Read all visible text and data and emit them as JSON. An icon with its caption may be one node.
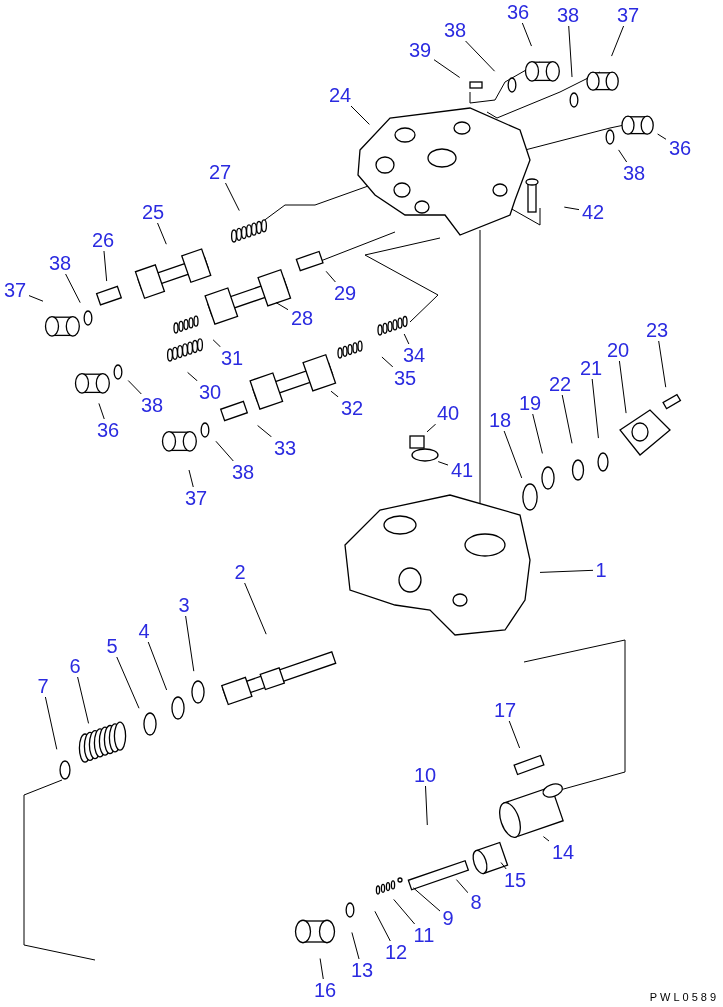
{
  "diagram": {
    "nodes": [
      {
        "text": [
          "36"
        ]
      },
      {
        "text": [
          "38"
        ]
      },
      {
        "text": [
          "38"
        ]
      },
      {
        "text": [
          "37"
        ]
      },
      {
        "text": [
          "39"
        ]
      },
      {
        "text": [
          "24"
        ]
      },
      {
        "text": [
          "27"
        ]
      },
      {
        "text": [
          "36"
        ]
      },
      {
        "text": [
          "38"
        ]
      },
      {
        "text": [
          "42"
        ]
      },
      {
        "text": [
          "25"
        ]
      },
      {
        "text": [
          "26"
        ]
      },
      {
        "text": [
          "38"
        ]
      },
      {
        "text": [
          "37"
        ]
      },
      {
        "text": [
          "29"
        ]
      },
      {
        "text": [
          "28"
        ]
      },
      {
        "text": [
          "31"
        ]
      },
      {
        "text": [
          "34"
        ]
      },
      {
        "text": [
          "23"
        ]
      },
      {
        "text": [
          "20"
        ]
      },
      {
        "text": [
          "35"
        ]
      },
      {
        "text": [
          "21"
        ]
      },
      {
        "text": [
          "30"
        ]
      },
      {
        "text": [
          "22"
        ]
      },
      {
        "text": [
          "19"
        ]
      },
      {
        "text": [
          "32"
        ]
      },
      {
        "text": [
          "38"
        ]
      },
      {
        "text": [
          "40"
        ]
      },
      {
        "text": [
          "18"
        ]
      },
      {
        "text": [
          "36"
        ]
      },
      {
        "text": [
          "33"
        ]
      },
      {
        "text": [
          "38"
        ]
      },
      {
        "text": [
          "41"
        ]
      },
      {
        "text": [
          "37"
        ]
      },
      {
        "text": [
          "1"
        ]
      },
      {
        "text": [
          "2"
        ]
      },
      {
        "text": [
          "3"
        ]
      },
      {
        "text": [
          "4"
        ]
      },
      {
        "text": [
          "5"
        ]
      },
      {
        "text": [
          "6"
        ]
      },
      {
        "text": [
          "7"
        ]
      },
      {
        "text": [
          "17"
        ]
      },
      {
        "text": [
          "10"
        ]
      },
      {
        "text": [
          "14"
        ]
      },
      {
        "text": [
          "15"
        ]
      },
      {
        "text": [
          "8"
        ]
      },
      {
        "text": [
          "9"
        ]
      },
      {
        "text": [
          "11"
        ]
      },
      {
        "text": [
          "12"
        ]
      },
      {
        "text": [
          "13"
        ]
      },
      {
        "text": [
          "16"
        ]
      }
    ],
    "edges": [
      {
        "from": 0,
        "to": null,
        "arrow": "none"
      },
      {
        "from": 1,
        "to": null,
        "arrow": "none"
      },
      {
        "from": 2,
        "to": null,
        "arrow": "none"
      },
      {
        "from": 3,
        "to": null,
        "arrow": "none"
      },
      {
        "from": 4,
        "to": null,
        "arrow": "none"
      },
      {
        "from": 5,
        "to": null,
        "arrow": "none"
      },
      {
        "from": 6,
        "to": null,
        "arrow": "none"
      },
      {
        "from": 7,
        "to": null,
        "arrow": "none"
      },
      {
        "from": 8,
        "to": null,
        "arrow": "none"
      },
      {
        "from": 9,
        "to": null,
        "arrow": "none"
      },
      {
        "from": 10,
        "to": null,
        "arrow": "none"
      },
      {
        "from": 11,
        "to": null,
        "arrow": "none"
      },
      {
        "from": 12,
        "to": null,
        "arrow": "none"
      },
      {
        "from": 13,
        "to": null,
        "arrow": "none"
      },
      {
        "from": 14,
        "to": null,
        "arrow": "none"
      },
      {
        "from": 15,
        "to": null,
        "arrow": "none"
      },
      {
        "from": 16,
        "to": null,
        "arrow": "none"
      },
      {
        "from": 17,
        "to": null,
        "arrow": "none"
      },
      {
        "from": 18,
        "to": null,
        "arrow": "none"
      },
      {
        "from": 19,
        "to": null,
        "arrow": "none"
      },
      {
        "from": 20,
        "to": null,
        "arrow": "none"
      },
      {
        "from": 21,
        "to": null,
        "arrow": "none"
      },
      {
        "from": 22,
        "to": null,
        "arrow": "none"
      },
      {
        "from": 23,
        "to": null,
        "arrow": "none"
      },
      {
        "from": 24,
        "to": null,
        "arrow": "none"
      },
      {
        "from": 25,
        "to": null,
        "arrow": "none"
      },
      {
        "from": 26,
        "to": null,
        "arrow": "none"
      },
      {
        "from": 27,
        "to": null,
        "arrow": "none"
      },
      {
        "from": 28,
        "to": null,
        "arrow": "none"
      },
      {
        "from": 29,
        "to": null,
        "arrow": "none"
      },
      {
        "from": 30,
        "to": null,
        "arrow": "none"
      },
      {
        "from": 31,
        "to": null,
        "arrow": "none"
      },
      {
        "from": 32,
        "to": null,
        "arrow": "none"
      },
      {
        "from": 33,
        "to": null,
        "arrow": "none"
      },
      {
        "from": 34,
        "to": null,
        "arrow": "none"
      },
      {
        "from": 35,
        "to": null,
        "arrow": "none"
      },
      {
        "from": 36,
        "to": null,
        "arrow": "none"
      },
      {
        "from": 37,
        "to": null,
        "arrow": "none"
      },
      {
        "from": 38,
        "to": null,
        "arrow": "none"
      },
      {
        "from": 39,
        "to": null,
        "arrow": "none"
      },
      {
        "from": 40,
        "to": null,
        "arrow": "none"
      },
      {
        "from": 41,
        "to": null,
        "arrow": "none"
      },
      {
        "from": 42,
        "to": null,
        "arrow": "none"
      },
      {
        "from": 43,
        "to": null,
        "arrow": "none"
      },
      {
        "from": 44,
        "to": null,
        "arrow": "none"
      },
      {
        "from": 45,
        "to": null,
        "arrow": "none"
      },
      {
        "from": 46,
        "to": null,
        "arrow": "none"
      },
      {
        "from": 47,
        "to": null,
        "arrow": "none"
      },
      {
        "from": 48,
        "to": null,
        "arrow": "none"
      },
      {
        "from": 49,
        "to": null,
        "arrow": "none"
      },
      {
        "from": 50,
        "to": null,
        "arrow": "none"
      }
    ],
    "labels": [
      "PWL0589"
    ]
  }
}
